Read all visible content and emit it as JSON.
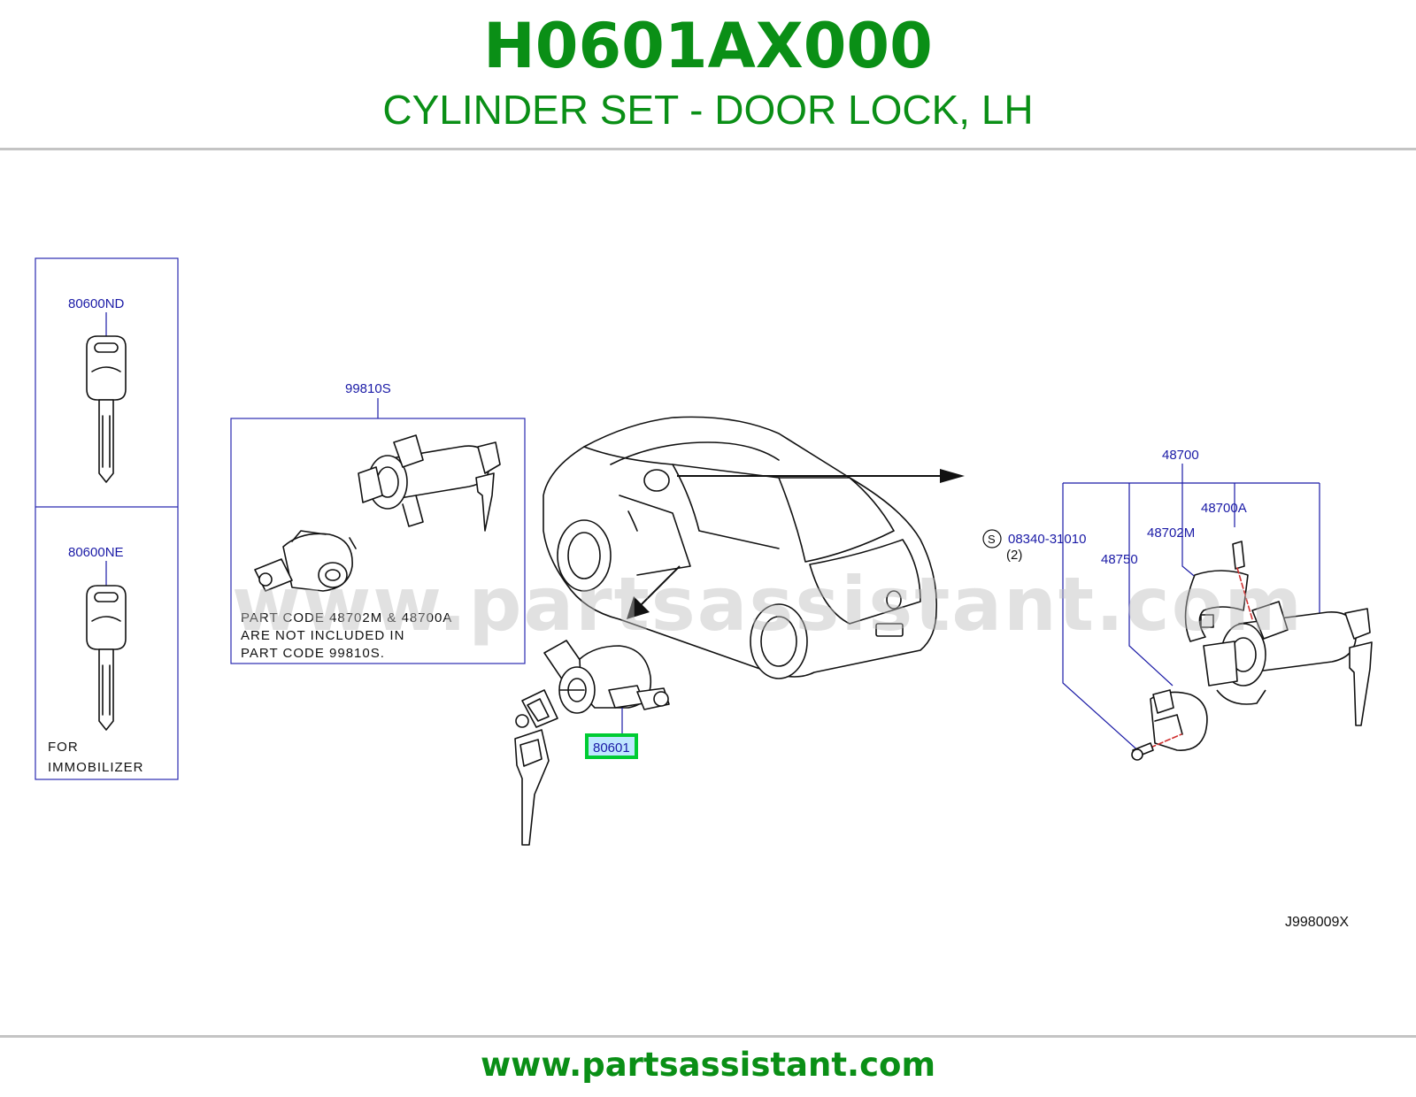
{
  "header": {
    "part_number": "H0601AX000",
    "part_name": "CYLINDER SET - DOOR LOCK, LH"
  },
  "callouts": {
    "key_top": "80600ND",
    "key_bottom": "80600NE",
    "key_note_line1": "FOR",
    "key_note_line2": "IMMOBILIZER",
    "kit": "99810S",
    "kit_note_line1": "PART   CODE   48702M   &   48700A",
    "kit_note_line2": "ARE   NOT   INCLUDED   IN",
    "kit_note_line3": "PART   CODE   99810S.",
    "door_cylinder": "80601",
    "ignition_assembly": "48700",
    "ignition_bolt": "48700A",
    "ignition_cover": "48702M",
    "ignition_switch": "48750",
    "screw_symbol": "S",
    "screw_part": "08340-31010",
    "screw_qty": "(2)",
    "diagram_code": "J998009X"
  },
  "watermark": "www.partsassistant.com",
  "footer": {
    "url": "www.partsassistant.com"
  },
  "colors": {
    "brand_green": "#0a8f16",
    "label_blue": "#1a1aa6",
    "highlight_green": "#00cc33",
    "highlight_fill": "#bfe6ff"
  }
}
